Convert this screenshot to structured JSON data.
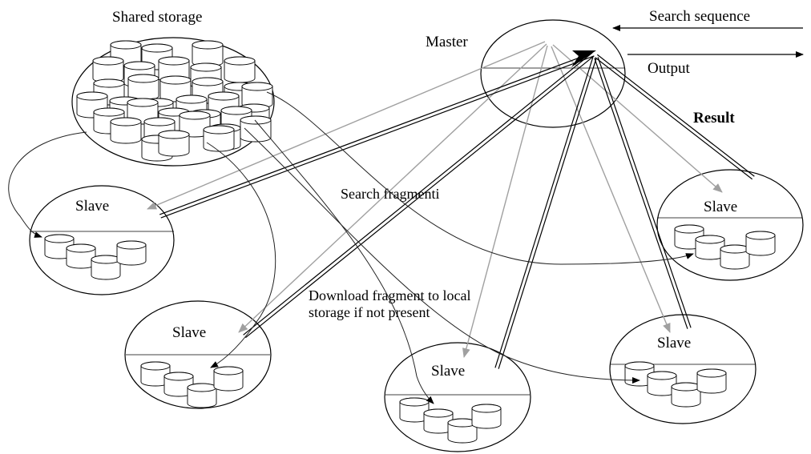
{
  "diagram": {
    "shared_storage_label": "Shared storage",
    "master_label": "Master",
    "search_sequence_label": "Search sequence",
    "output_label": "Output",
    "result_label": "Result",
    "search_fragment_label": "Search fragmenti",
    "download_label_line1": "Download fragment to local",
    "download_label_line2": "storage if not present",
    "slaves": [
      {
        "label": "Slave"
      },
      {
        "label": "Slave"
      },
      {
        "label": "Slave"
      },
      {
        "label": "Slave"
      },
      {
        "label": "Slave"
      }
    ]
  },
  "colors": {
    "line": "#000000",
    "request_arrow": "#a0a0a0",
    "download_curve": "#222222"
  }
}
